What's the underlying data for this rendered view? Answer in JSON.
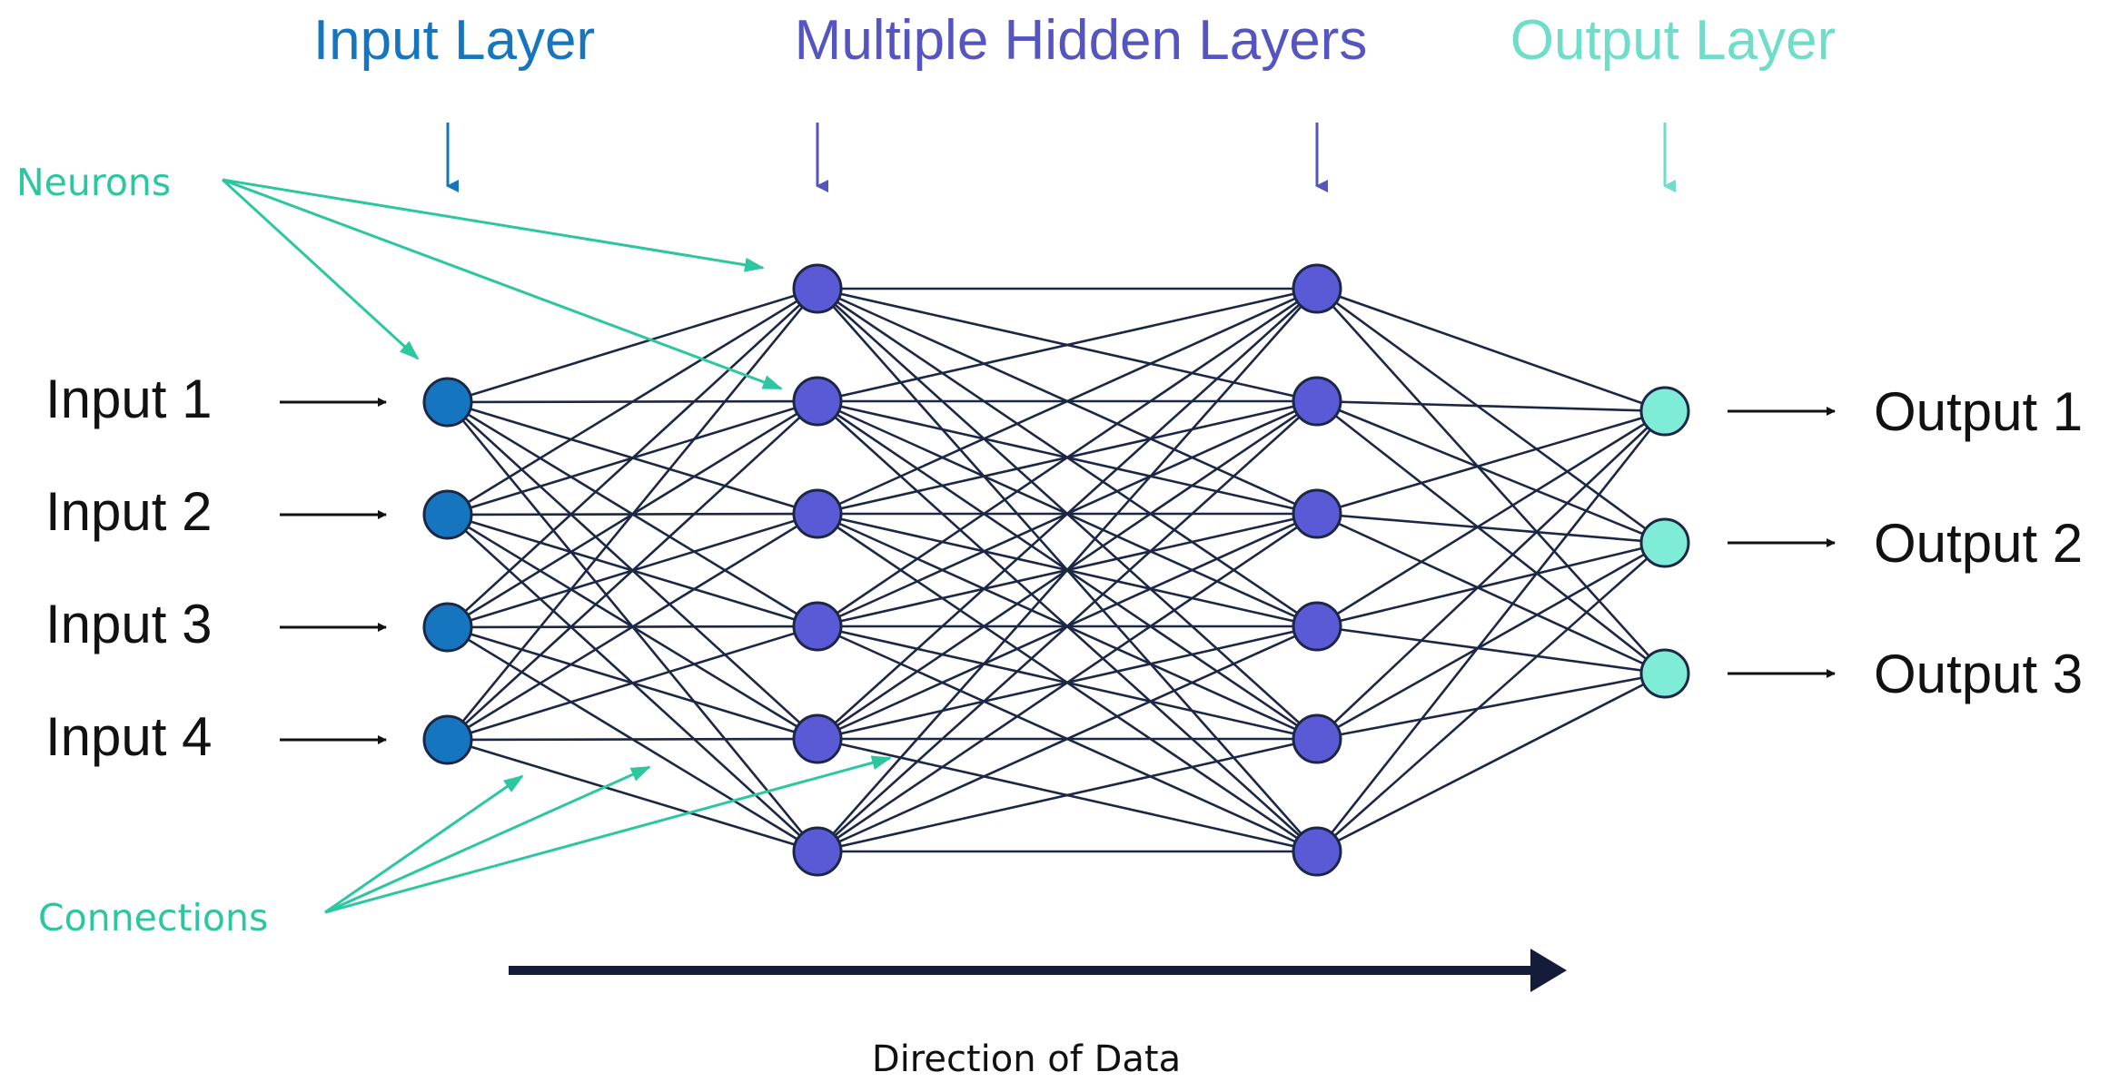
{
  "layers": {
    "input": {
      "title": "Input Layer",
      "color": "#1576bf"
    },
    "hidden": {
      "title": "Multiple Hidden Layers",
      "color": "#5555c0"
    },
    "output": {
      "title": "Output Layer",
      "color": "#6fddc9"
    }
  },
  "inputs": [
    "Input 1",
    "Input 2",
    "Input 3",
    "Input 4"
  ],
  "outputs": [
    "Output 1",
    "Output 2",
    "Output 3"
  ],
  "hidden_neuron_count": 6,
  "hidden_layer_count": 2,
  "annotations": {
    "neurons": "Neurons",
    "connections": "Connections",
    "color": "#2cc7a0"
  },
  "direction": {
    "label": "Direction of Data"
  },
  "colors": {
    "input_node": "#1576bf",
    "hidden_node": "#5a5ad6",
    "output_node": "#7eecd6",
    "edge": "#1c2745",
    "node_stroke": "#1c2745",
    "arrow": "#111111",
    "direction_arrow": "#151c3a"
  }
}
